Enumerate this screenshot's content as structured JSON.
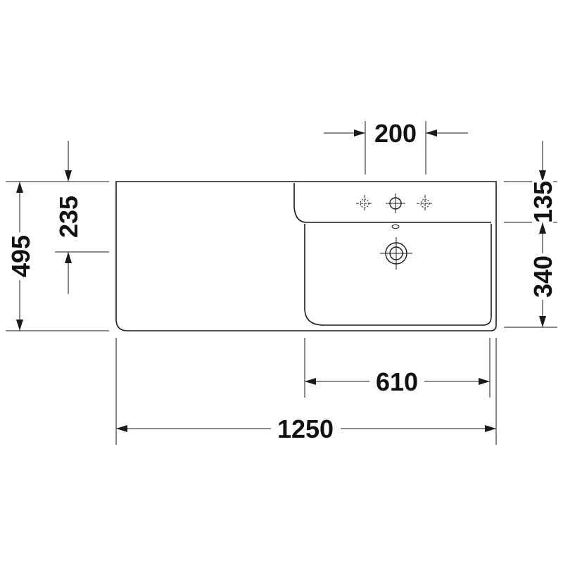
{
  "drawing": {
    "dimensions": {
      "top_tap_spacing": "200",
      "left_depth_total": "495",
      "left_tap_offset": "235",
      "right_deck_depth": "135",
      "right_bowl_depth": "340",
      "bowl_width": "610",
      "overall_width": "1250"
    }
  }
}
